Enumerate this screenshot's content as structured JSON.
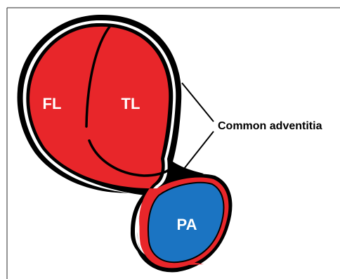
{
  "labels": {
    "false_lumen": "FL",
    "true_lumen": "TL",
    "pulmonary_artery": "PA",
    "callout": "Common adventitia"
  },
  "colors": {
    "lumen_fill": "#e8262a",
    "pa_fill": "#1b74c2",
    "outline": "#000000",
    "label_on_shape": "#ffffff",
    "callout_text": "#000000"
  }
}
